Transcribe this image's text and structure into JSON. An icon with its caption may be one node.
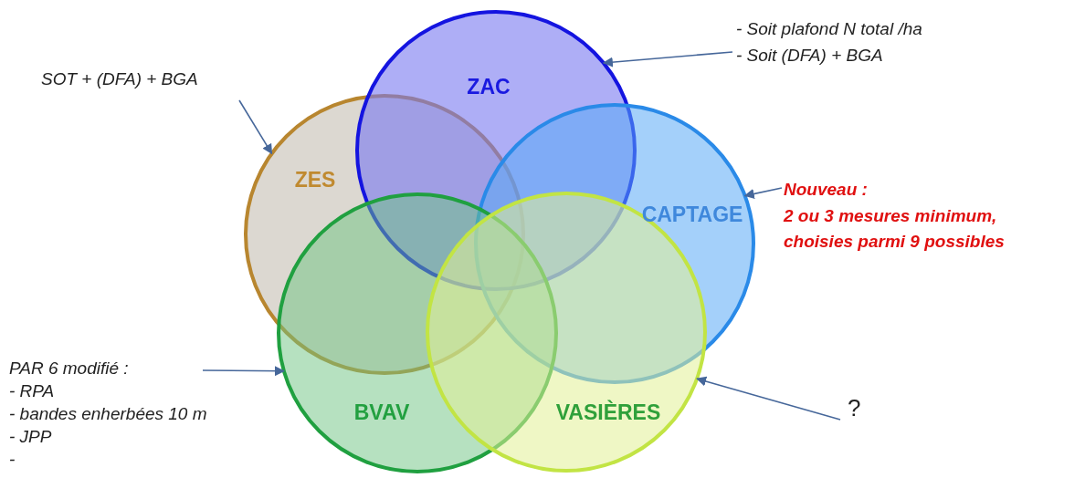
{
  "diagram": {
    "nodes": [
      {
        "text": [
          "ZAC"
        ]
      },
      {
        "text": [
          "ZES"
        ]
      },
      {
        "text": [
          "CAPTAGE"
        ]
      },
      {
        "text": [
          "BVAV"
        ]
      },
      {
        "text": [
          "VASIÈRES"
        ]
      },
      {
        "text": [
          "- Soit plafond N total /ha",
          "- Soit (DFA) + BGA"
        ]
      },
      {
        "text": [
          "SOT + (DFA) + BGA"
        ]
      },
      {
        "text": [
          "Nouveau :",
          "2 ou 3 mesures minimum, choisies parmi 9 possibles"
        ]
      },
      {
        "text": [
          "PAR 6 modifié :",
          "- RPA",
          "- bandes enherbées 10 m",
          "- JPP",
          "-"
        ]
      },
      {
        "text": [
          "?"
        ]
      }
    ],
    "edges": [
      {
        "from": 5,
        "to": 0,
        "arrow": "to"
      },
      {
        "from": 6,
        "to": 1,
        "arrow": "to"
      },
      {
        "from": 7,
        "to": 2,
        "arrow": "to"
      },
      {
        "from": 8,
        "to": 3,
        "arrow": "to"
      },
      {
        "from": 9,
        "to": 4,
        "arrow": "to"
      }
    ]
  }
}
